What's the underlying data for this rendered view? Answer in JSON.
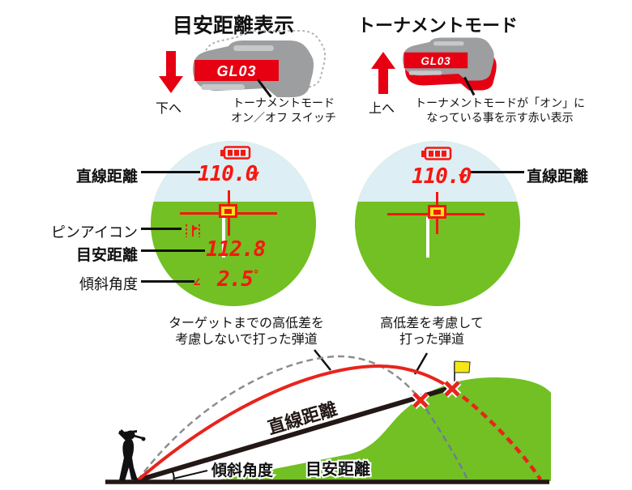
{
  "left_panel": {
    "title": "目安距離表示",
    "direction_label": "下へ",
    "device_label": "GL03",
    "switch_note_line1": "トーナメントモード",
    "switch_note_line2": "オン／オフ スイッチ"
  },
  "right_panel": {
    "title": "トーナメントモード",
    "direction_label": "上へ",
    "device_label": "GL03",
    "indicator_note_line1": "トーナメントモードが「オン」に",
    "indicator_note_line2": "なっている事を示す赤い表示"
  },
  "left_scope": {
    "distance_value": "110.0",
    "distance_unit": "Y",
    "guide_value": "112.8",
    "angle_symbol": "∠",
    "angle_value": "2.5",
    "angle_degree": "°",
    "label_straight_distance": "直線距離",
    "label_pin_icon": "ピンアイコン",
    "label_guide_distance": "目安距離",
    "label_slope_angle": "傾斜角度"
  },
  "right_scope": {
    "distance_value": "110.0",
    "distance_unit": "Y",
    "label_straight_distance": "直線距離"
  },
  "trajectory_diagram": {
    "label_no_elevation_line1": "ターゲットまでの高低差を",
    "label_no_elevation_line2": "考慮しないで打った弾道",
    "label_elevation_line1": "高低差を考慮して",
    "label_elevation_line2": "打った弾道",
    "label_straight_distance": "直線距離",
    "label_slope_angle": "傾斜角度",
    "label_guide_distance": "目安距離"
  },
  "colors": {
    "accent_red": "#e60012",
    "display_red": "#f5170f",
    "sky_blue": "#ddeef4",
    "grass_green": "#72c024",
    "device_gray": "#9c9ea0",
    "device_pill_gray": "#c6c8ca",
    "flag_yellow": "#f5e616",
    "line_black": "#231815",
    "dashed_gray": "#8d8d8d",
    "dashed_blue_gray": "#6e7d9c"
  }
}
